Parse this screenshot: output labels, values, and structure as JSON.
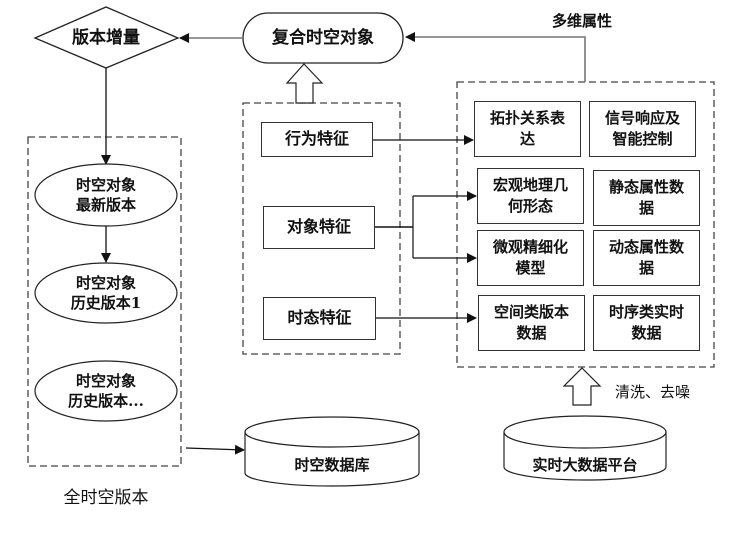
{
  "diagram": {
    "decision": {
      "label": "版本增量"
    },
    "composite": {
      "label": "复合时空对象"
    },
    "multidim_label": "多维属性",
    "full_version": {
      "caption": "全时空版本",
      "nodes": [
        {
          "label": "时空对象\n最新版本"
        },
        {
          "label": "时空对象\n历史版本1"
        },
        {
          "label": "时空对象\n历史版本..."
        }
      ]
    },
    "features": [
      {
        "label": "行为特征"
      },
      {
        "label": "对象特征"
      },
      {
        "label": "时态特征"
      }
    ],
    "attributes": [
      {
        "label": "拓扑关系表\n达"
      },
      {
        "label": "信号响应及\n智能控制"
      },
      {
        "label": "宏观地理几\n何形态"
      },
      {
        "label": "静态属性数\n据"
      },
      {
        "label": "微观精细化\n模型"
      },
      {
        "label": "动态属性数\n据"
      },
      {
        "label": "空间类版本\n数据"
      },
      {
        "label": "时序类实时\n数据"
      }
    ],
    "clean_label": "清洗、去噪",
    "databases": [
      {
        "label": "时空数据库"
      },
      {
        "label": "实时大数据平台"
      }
    ],
    "colors": {
      "line": "#222222",
      "dash": "#555555",
      "background": "#ffffff"
    }
  }
}
